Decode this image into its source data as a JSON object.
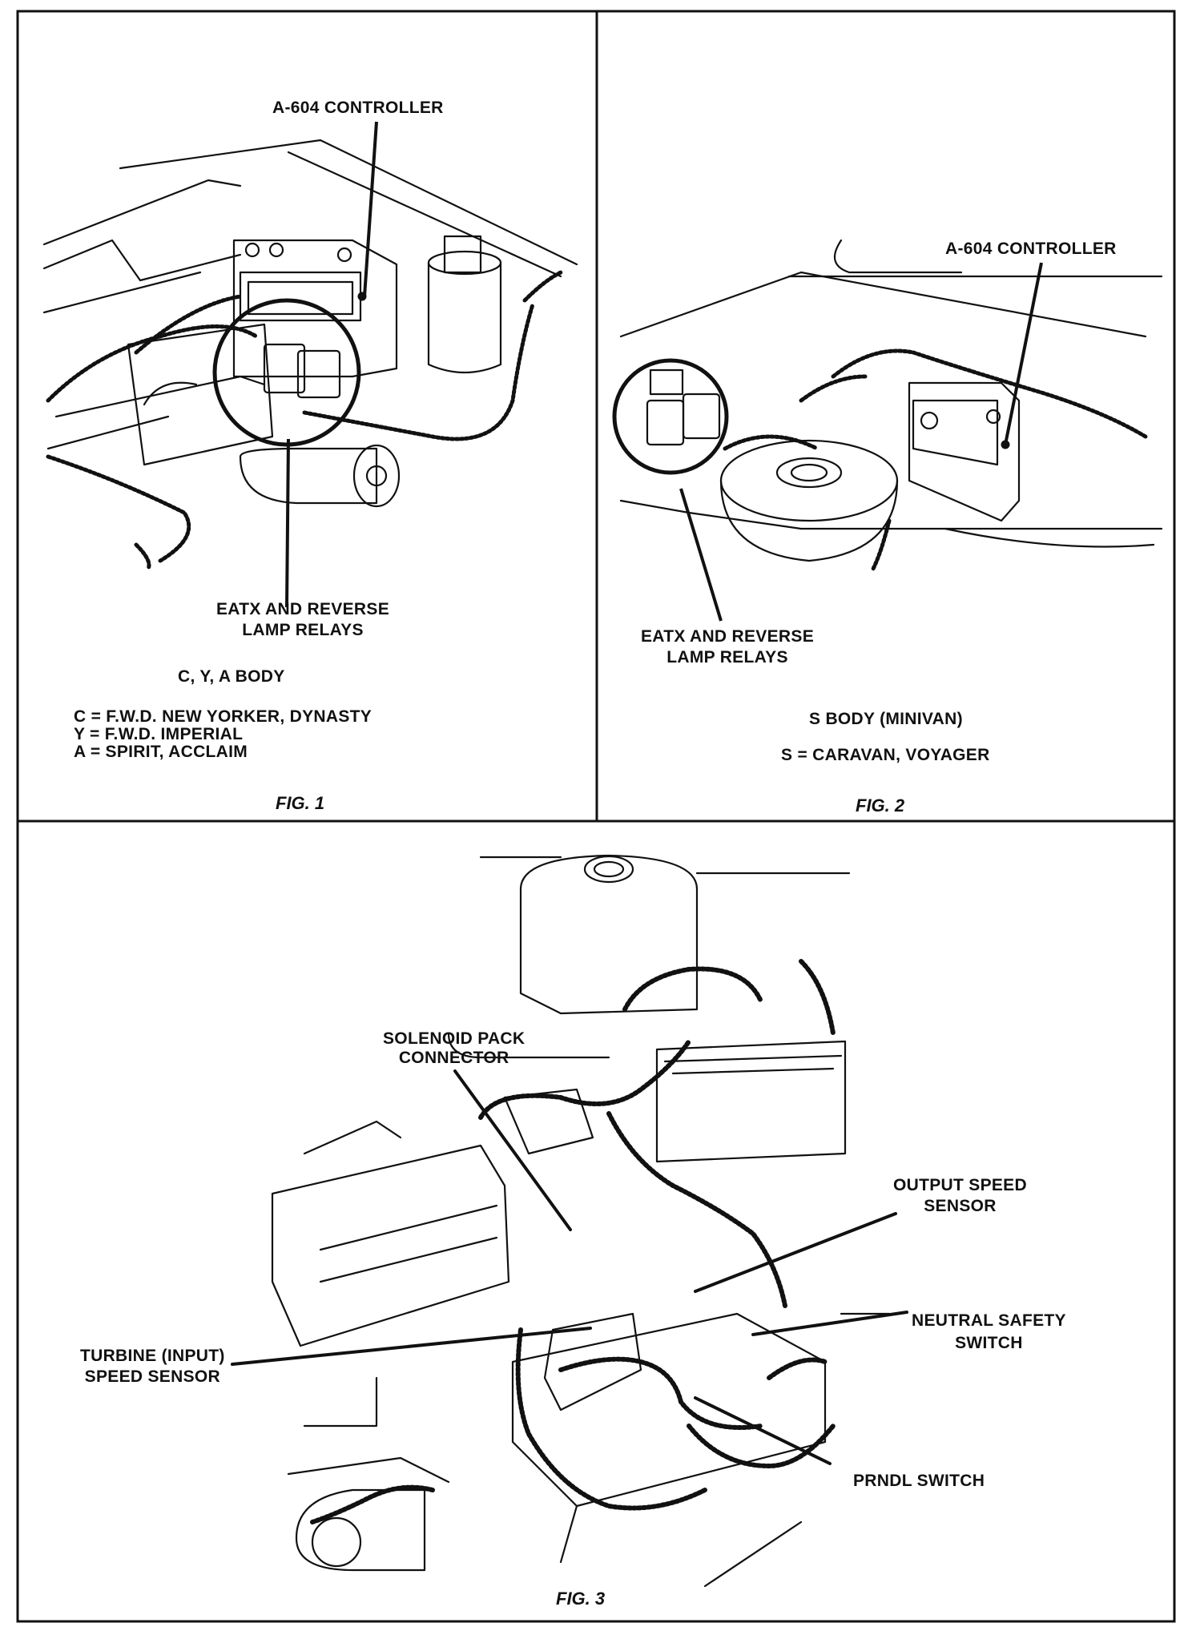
{
  "fig1": {
    "caption": "FIG. 1",
    "controller_label": "A-604 CONTROLLER",
    "relays_label": [
      "EATX AND REVERSE",
      "LAMP RELAYS"
    ],
    "body_title": "C, Y, A BODY",
    "body_legend": [
      "C = F.W.D. NEW YORKER, DYNASTY",
      "Y = F.W.D. IMPERIAL",
      "A = SPIRIT, ACCLAIM"
    ]
  },
  "fig2": {
    "caption": "FIG.  2",
    "controller_label": "A-604 CONTROLLER",
    "relays_label": [
      "EATX AND REVERSE",
      "LAMP RELAYS"
    ],
    "body_title": "S BODY (MINIVAN)",
    "body_legend": [
      "S = CARAVAN, VOYAGER"
    ]
  },
  "fig3": {
    "caption": "FIG.  3",
    "solenoid_label": [
      "SOLENOID PACK",
      "CONNECTOR"
    ],
    "output_speed_label": [
      "OUTPUT SPEED",
      "SENSOR"
    ],
    "neutral_safety_label": [
      "NEUTRAL SAFETY",
      "SWITCH"
    ],
    "turbine_label": [
      "TURBINE (INPUT)",
      "SPEED SENSOR"
    ],
    "prndl_label": "PRNDL SWITCH"
  }
}
